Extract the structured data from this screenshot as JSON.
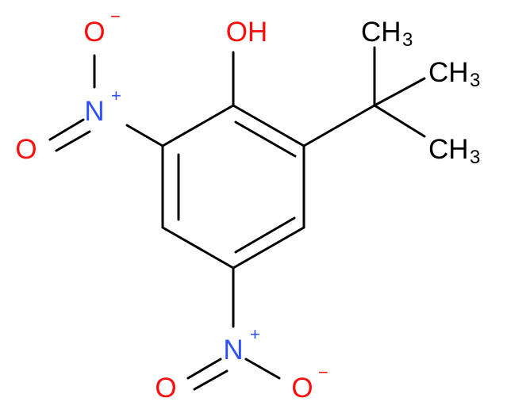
{
  "molecule": {
    "atoms": {
      "hydroxyl": "OH",
      "methyl_top": "CH",
      "methyl_top_sub": "3",
      "methyl_mid": "CH",
      "methyl_mid_sub": "3",
      "methyl_bot": "CH",
      "methyl_bot_sub": "3",
      "nitro_left_N": "N",
      "nitro_left_N_charge": "+",
      "nitro_left_O_minus": "O",
      "nitro_left_O_minus_charge": "−",
      "nitro_left_O_double": "O",
      "nitro_bottom_N": "N",
      "nitro_bottom_N_charge": "+",
      "nitro_bottom_O_double": "O",
      "nitro_bottom_O_minus": "O",
      "nitro_bottom_O_minus_charge": "−"
    },
    "colors": {
      "bond": "#000000",
      "oxygen": "#ff0d0d",
      "nitrogen": "#3050f8",
      "carbon_label": "#000000"
    }
  }
}
